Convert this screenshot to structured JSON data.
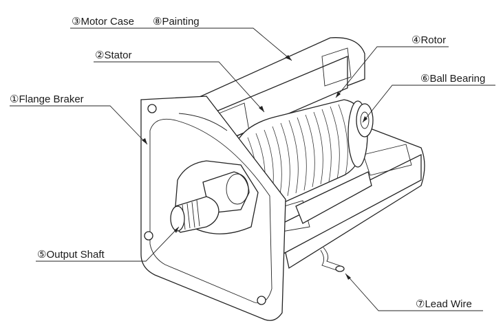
{
  "labels": {
    "motor_case": "③Motor Case",
    "painting": "⑧Painting",
    "stator": "②Stator",
    "rotor": "④Rotor",
    "ball_bearing": "⑥Ball Bearing",
    "flange_braker": "①Flange Braker",
    "output_shaft": "⑤Output Shaft",
    "lead_wire": "⑦Lead Wire"
  }
}
